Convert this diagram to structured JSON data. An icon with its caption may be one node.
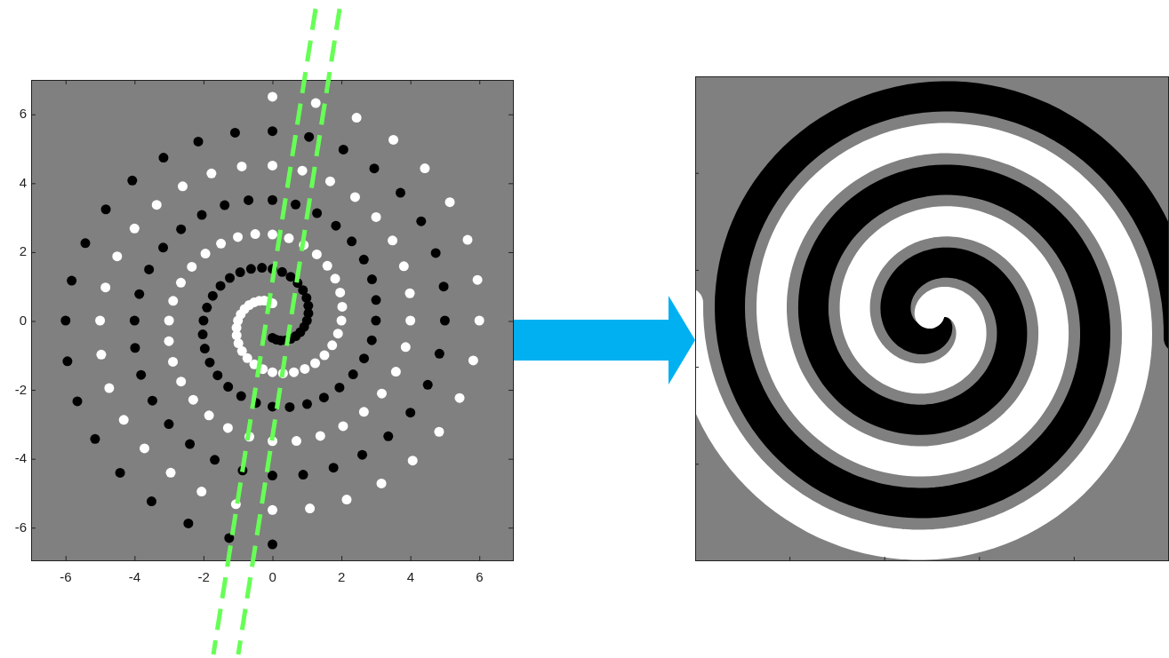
{
  "diagram": {
    "nodes": [
      {
        "text": [],
        "shape": "picture"
      },
      {
        "text": [],
        "shape": "picture"
      }
    ],
    "edges": [
      {
        "from": 0,
        "to": 1,
        "arrow": "to"
      }
    ],
    "labels": [
      "6",
      "4",
      "2",
      "0",
      "-2",
      "-4",
      "-6",
      "-6",
      "-4",
      "-2",
      "0",
      "2",
      "4",
      "6"
    ]
  }
}
